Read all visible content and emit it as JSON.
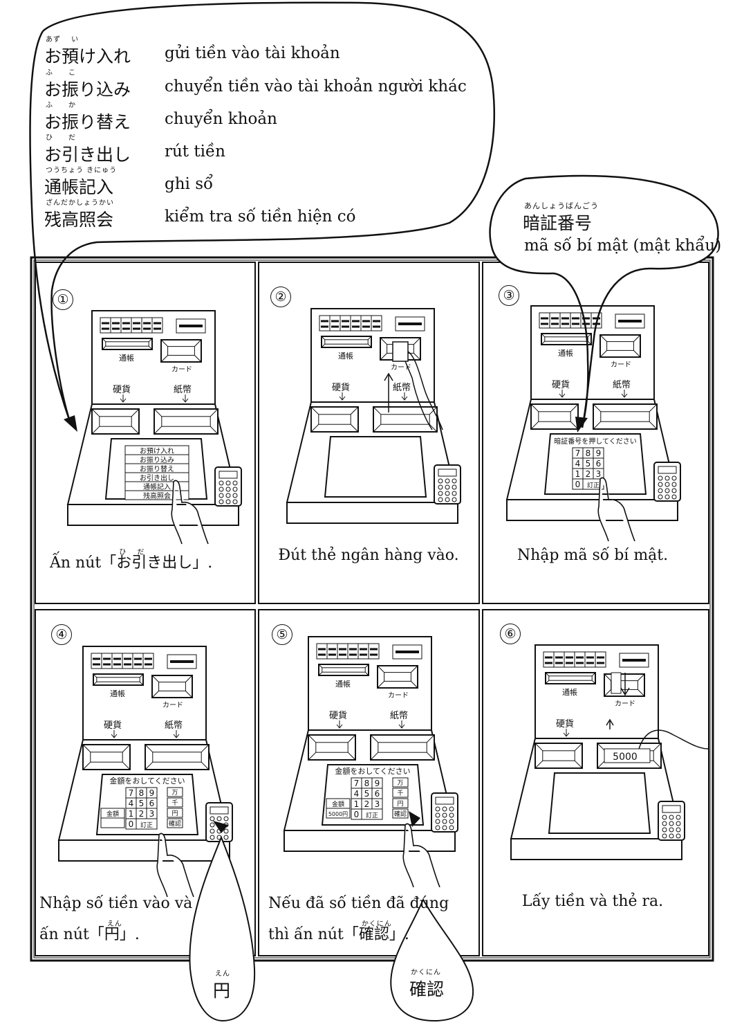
{
  "vocab": [
    {
      "jp": "お預け入れ",
      "ruby": "あず　 い",
      "vi": "gửi tiền vào tài khoản"
    },
    {
      "jp": "お振り込み",
      "ruby": "ふ　　こ",
      "vi": "chuyển tiền vào tài khoản người khác"
    },
    {
      "jp": "お振り替え",
      "ruby": "ふ　　か",
      "vi": "chuyển khoản"
    },
    {
      "jp": "お引き出し",
      "ruby": "ひ　　だ",
      "vi": "rút tiền"
    },
    {
      "jp": "通帳記入",
      "ruby": "つうちょう きにゅう",
      "vi": "ghi sổ"
    },
    {
      "jp": "残高照会",
      "ruby": "ざんだかしょうかい",
      "vi": "kiểm tra số tiền hiện có"
    }
  ],
  "pin_bubble": {
    "ruby": "あんしょうばんごう",
    "jp": "暗証番号",
    "vi": "mã số bí mật (mật khẩu)"
  },
  "atm_labels": {
    "passbook": "通帳",
    "card": "カード",
    "coin": "硬貨",
    "bill": "紙幣"
  },
  "screens": {
    "menu": [
      "お預け入れ",
      "お振り込み",
      "お振り替え",
      "お引き出し",
      "通帳記入",
      "残高照会"
    ],
    "pin_prompt": "暗証番号を押してください",
    "amount_prompt": "金額をおしてください",
    "keys": [
      "7",
      "8",
      "9",
      "4",
      "5",
      "6",
      "1",
      "2",
      "3",
      "0",
      "訂正"
    ],
    "unit_keys": [
      "万",
      "千",
      "円",
      "確認"
    ],
    "amount_label": "金額",
    "amount_value_step5": "5000円",
    "bill_value": "5000"
  },
  "panels": [
    {
      "number": "①",
      "caption_pre": "Ấn nút「",
      "caption_jp": "お引き出し",
      "caption_ruby": "ひ　 だ",
      "caption_post": "」."
    },
    {
      "number": "②",
      "caption": "Đút thẻ ngân hàng vào."
    },
    {
      "number": "③",
      "caption": "Nhập mã số bí mật."
    },
    {
      "number": "④",
      "caption_line1": "Nhập số tiền vào và",
      "caption_pre": "ấn nút「",
      "caption_jp": "円",
      "caption_ruby": "えん",
      "caption_post": "」."
    },
    {
      "number": "⑤",
      "caption_line1": "Nếu đã số tiền đã đúng",
      "caption_pre": "thì ấn nút「",
      "caption_jp": "確認",
      "caption_ruby": "かくにん",
      "caption_post": "」."
    },
    {
      "number": "⑥",
      "caption": "Lấy tiền và thẻ ra."
    }
  ],
  "callouts": {
    "en": {
      "ruby": "えん",
      "jp": "円"
    },
    "kakunin": {
      "ruby": "かくにん",
      "jp": "確認"
    }
  }
}
